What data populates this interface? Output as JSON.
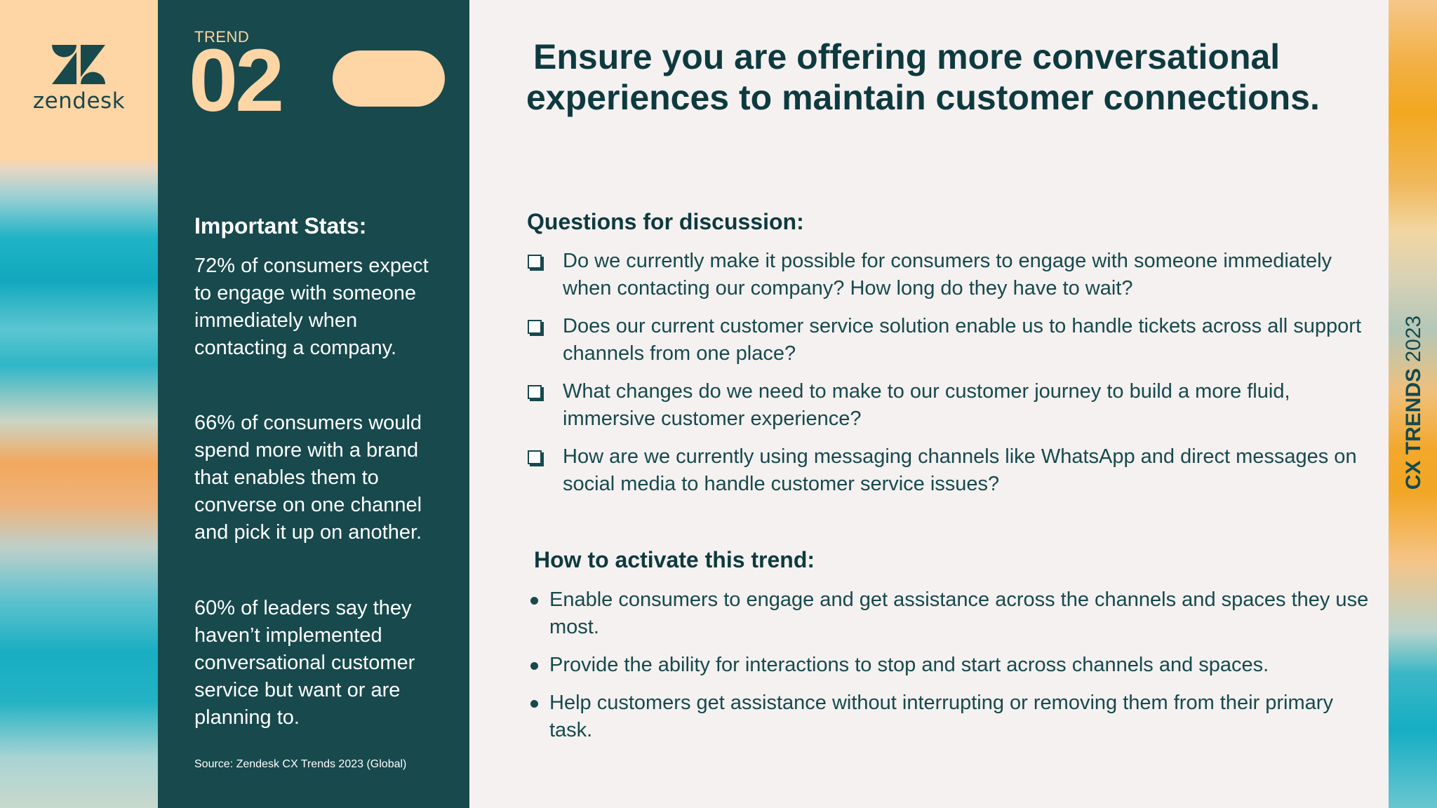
{
  "brand": {
    "logo_text": "zendesk"
  },
  "trend": {
    "label": "TREND",
    "number": "02"
  },
  "stats": {
    "heading": "Important Stats:",
    "items": [
      "72% of consumers expect to engage with someone immediately when contacting a company.",
      "66% of consumers would spend more with a brand that enables them to converse on one channel and pick it up on another.",
      "60% of leaders say they haven’t implemented conversational customer service but want or are planning to."
    ],
    "source": "Source: Zendesk CX Trends 2023 (Global)"
  },
  "title": {
    "line1": "Ensure you are offering more conversational",
    "line2": "experiences to maintain customer connections."
  },
  "questions": {
    "heading": "Questions for discussion:",
    "items": [
      "Do we currently make it possible for consumers to engage with someone immediately when contacting our company? How long do they have to wait?",
      "Does our current customer service solution enable us to handle tickets across all support channels from one place?",
      "What changes do we need to make to our customer journey to build a more fluid, immersive customer experience?",
      "How are we currently using messaging channels like WhatsApp and direct messages on social media to handle customer service issues?"
    ]
  },
  "activate": {
    "heading": "How to activate this trend:",
    "items": [
      "Enable consumers to engage and get assistance across the channels and spaces they use most.",
      "Provide the ability for interactions to stop and start across channels and spaces.",
      "Help customers get assistance without interrupting or removing them from their primary task."
    ]
  },
  "side_label": {
    "bold": "CX TRENDS",
    "year": "2023"
  },
  "colors": {
    "dark_teal": "#17494d",
    "peach": "#fed5a4",
    "background": "#f4f1f0",
    "heading_text": "#0e3a3f"
  },
  "icons": [
    "zendesk-logo-icon",
    "checkbox-icon",
    "bullet-icon"
  ]
}
